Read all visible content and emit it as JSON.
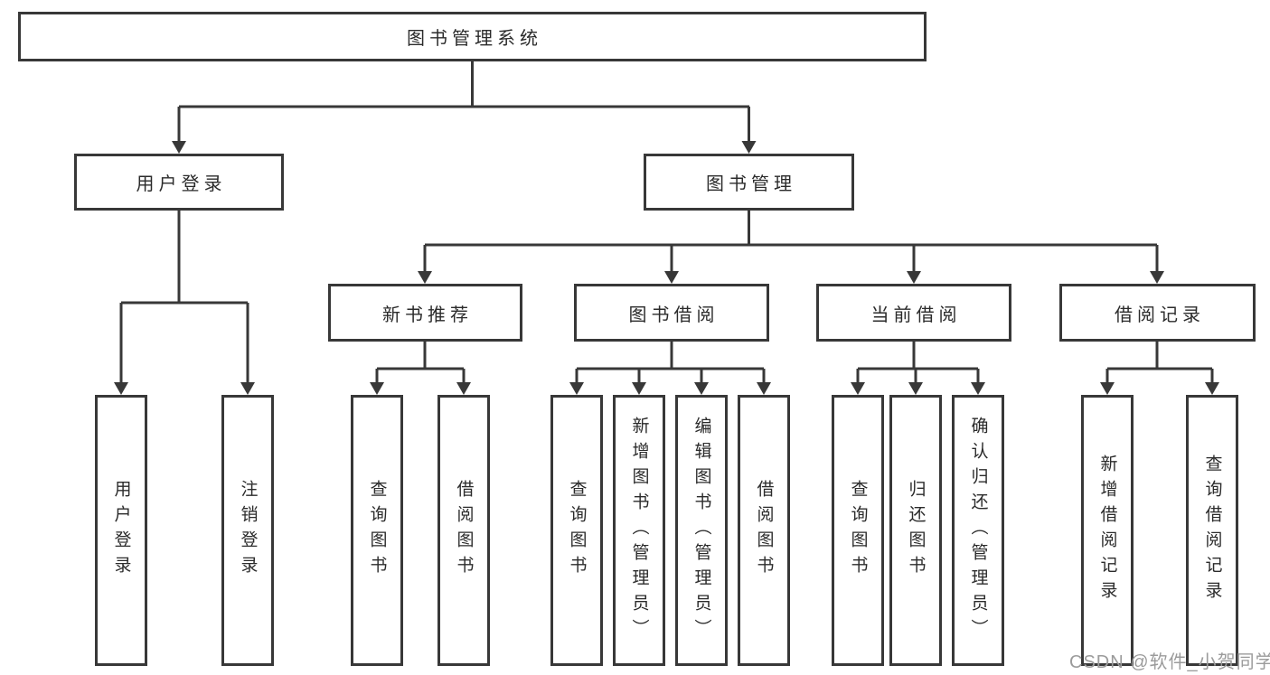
{
  "diagram": {
    "root_label": "图书管理系统",
    "branches": [
      {
        "label": "用户登录",
        "children": [
          "用户登录",
          "注销登录"
        ]
      },
      {
        "label": "图书管理",
        "modules": [
          {
            "label": "新书推荐",
            "children": [
              "查询图书",
              "借阅图书"
            ]
          },
          {
            "label": "图书借阅",
            "children": [
              "查询图书",
              "新增图书（管理员）",
              "编辑图书（管理员）",
              "借阅图书"
            ]
          },
          {
            "label": "当前借阅",
            "children": [
              "查询图书",
              "归还图书",
              "确认归还（管理员）"
            ]
          },
          {
            "label": "借阅记录",
            "children": [
              "新增借阅记录",
              "查询借阅记录"
            ]
          }
        ]
      }
    ],
    "colors": {
      "line": "#383838",
      "box_border": "#383838",
      "text": "#2b2b2b",
      "box_fill": "#ffffff",
      "background": "#ffffff"
    }
  },
  "watermark": {
    "text": "CSDN @软件_小贺同学",
    "color": "#9b9b9b"
  }
}
